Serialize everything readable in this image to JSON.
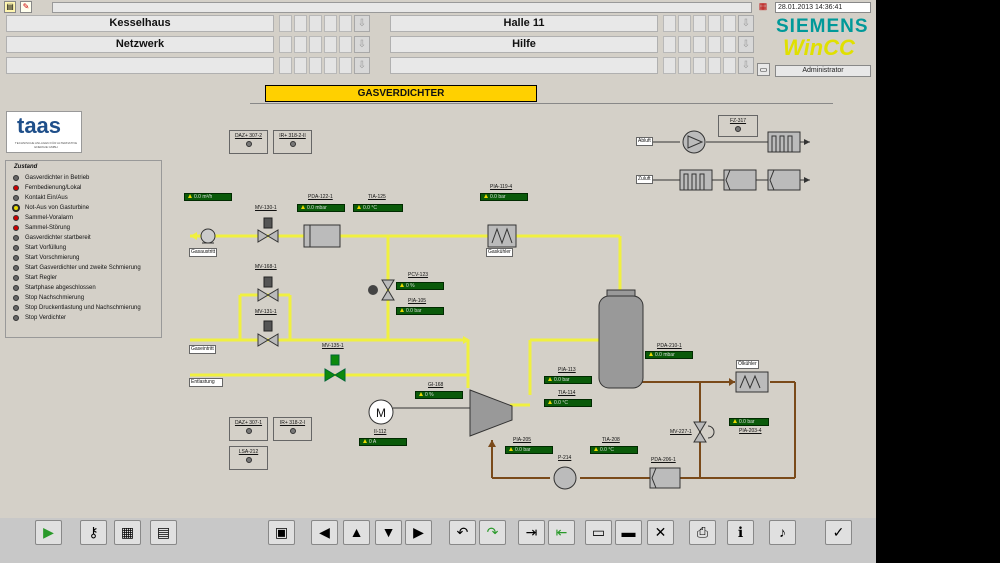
{
  "header": {
    "date": "28.01.2013 14:36:41",
    "user": "Administrator",
    "nav": [
      {
        "label": "Kesselhaus"
      },
      {
        "label": "Halle 11"
      },
      {
        "label": "Netzwerk"
      },
      {
        "label": "Hilfe"
      }
    ],
    "brand": {
      "siemens": "SIEMENS",
      "wincc": "WinCC"
    }
  },
  "title": "GASVERDICHTER",
  "taas": {
    "name": "taas",
    "subtitle": "TECHNISCHE ANLAGEN FÜR ALTERNATIVE ENERGIE GMBH"
  },
  "status": {
    "title": "Zustand",
    "items": [
      {
        "label": "Gasverdichter in Betrieb",
        "color": "#666666"
      },
      {
        "label": "Fernbedienung/Lokal",
        "color": "#cc0000"
      },
      {
        "label": "Kontakt Ein/Aus",
        "color": "#666666"
      },
      {
        "label": "Not-Aus von Gasturbine",
        "color": "#e8d800"
      },
      {
        "label": "Sammel-Voralarm",
        "color": "#cc0000"
      },
      {
        "label": "Sammel-Störung",
        "color": "#cc0000"
      },
      {
        "label": "Gasverdichter startbereit",
        "color": "#666666"
      },
      {
        "label": "Start Vorfüllung",
        "color": "#666666"
      },
      {
        "label": "Start Vorschmierung",
        "color": "#666666"
      },
      {
        "label": "Start Gasverdichter und zweite Schmierung",
        "color": "#666666"
      },
      {
        "label": "Start Regler",
        "color": "#666666"
      },
      {
        "label": "Startphase abgeschlossen",
        "color": "#666666"
      },
      {
        "label": "Stop Nachschmierung",
        "color": "#666666"
      },
      {
        "label": "Stop Druckentlastung und Nachschmierung",
        "color": "#666666"
      },
      {
        "label": "Stop Verdichter",
        "color": "#666666"
      }
    ]
  },
  "tags": {
    "daz307_2": "DAZ+ 307-2",
    "ir318_2_ii": "IR+ 318-2-II",
    "daz307_1": "DAZ+ 307-1",
    "ir318_2_i": "IR+ 318-2-I",
    "lsa212": "LSA-212",
    "mv130_1": "MV-130-1",
    "pda122_1": "PDA-122-1",
    "tia125": "TIA-125",
    "pia119_4": "PIA-119-4",
    "mv168_1": "MV-168-1",
    "mv131_1": "MV-131-1",
    "pcv123": "PCV-123",
    "pia105": "PIA-105",
    "mv135_1": "MV-135-1",
    "gi168": "GI-168",
    "ii112": "II-112",
    "pia113": "PIA-113",
    "tia114": "TIA-114",
    "pia205": "PIA-205",
    "p214": "P-214",
    "tia208": "TIA-208",
    "pda206_1": "PDA-206-1",
    "pda210_1": "PDA-210-1",
    "mv227_1": "MV-227-1",
    "pia203_4": "PIA-203-4",
    "fz317": "FZ-317"
  },
  "labels": {
    "gasaustritt": "Gasaustritt",
    "gaskuehler": "Gaskühler",
    "gaseintritt": "Gaseintritt",
    "entlastung": "Entlastung",
    "oelkuehler": "Ölkühler",
    "abluft": "Abluft",
    "zuluft": "Zuluft",
    "motor": "M"
  },
  "values": {
    "v1": "0.0 m³/h",
    "v_pda122": "0.0 mbar",
    "v_tia125": "0.0 °C",
    "v_pia119": "0.0 bar",
    "v_pcv123": "0 %",
    "v_pia105": "0.0 bar",
    "v_gi168": "0 %",
    "v_ii112": "0 A",
    "v_pia113": "0.0 bar",
    "v_tia114": "0.0 °C",
    "v_pda210": "0.0 mbar",
    "v_pia203": "0.0 bar",
    "v_pia205": "0.0 bar",
    "v_tia208": "0.0 °C"
  },
  "colors": {
    "gas_pipe": "#f0f040",
    "oil_pipe": "#7a4a1a",
    "value_bg": "#0a5a0a",
    "title_bg": "#ffd000"
  },
  "footer": {
    "buttons": [
      {
        "icon": "play-icon",
        "glyph": "▶"
      },
      {
        "icon": "key-icon",
        "glyph": "⚷"
      },
      {
        "icon": "folder-icon",
        "glyph": "▦"
      },
      {
        "icon": "document-icon",
        "glyph": "▤"
      },
      {
        "icon": "picture-icon",
        "glyph": "▣"
      },
      {
        "icon": "arrow-left-icon",
        "glyph": "◀"
      },
      {
        "icon": "arrow-up-icon",
        "glyph": "▲"
      },
      {
        "icon": "arrow-down-icon",
        "glyph": "▼"
      },
      {
        "icon": "arrow-right-icon",
        "glyph": "▶"
      },
      {
        "icon": "undo-icon",
        "glyph": "↶"
      },
      {
        "icon": "redo-icon",
        "glyph": "↷"
      },
      {
        "icon": "import-icon",
        "glyph": "⇥"
      },
      {
        "icon": "export-icon",
        "glyph": "⇤"
      },
      {
        "icon": "open-icon",
        "glyph": "▭"
      },
      {
        "icon": "save-icon",
        "glyph": "▬"
      },
      {
        "icon": "delete-icon",
        "glyph": "✕"
      },
      {
        "icon": "print-icon",
        "glyph": "⎙"
      },
      {
        "icon": "info-icon",
        "glyph": "ℹ"
      },
      {
        "icon": "alarm-ack-icon",
        "glyph": "♪"
      },
      {
        "icon": "checklist-icon",
        "glyph": "✓"
      }
    ]
  }
}
